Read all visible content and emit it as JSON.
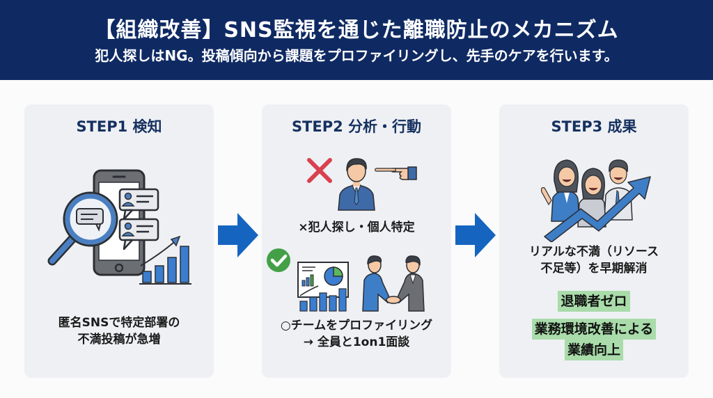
{
  "header": {
    "title": "【組織改善】SNS監視を通じた離職防止のメカニズム",
    "subtitle": "犯人探しはNG。投稿傾向から課題をプロファイリングし、先手のケアを行います。"
  },
  "colors": {
    "header_bg": "#0f2a63",
    "card_bg": "#eef0f4",
    "step_title": "#15305f",
    "arrow": "#1565c0",
    "highlight": "#a9dcaa",
    "ng_cross": "#d9414f",
    "ok_check": "#43a047"
  },
  "steps": [
    {
      "title": "STEP1 検知",
      "illustration": "magnifier-phone-chat-growth-chart",
      "text_lines": [
        "匿名SNSで特定部署の",
        "不満投稿が急増"
      ]
    },
    {
      "title": "STEP2 分析・行動",
      "ng": {
        "icon": "cross-icon",
        "illustration": "pointing-at-person",
        "text": "×犯人探し・個人特定"
      },
      "ok": {
        "icon": "check-icon",
        "illustration": "analytics-dashboard-and-handshake",
        "text_lines": [
          "○チームをプロファイリング",
          "→ 全員と1on1面談"
        ]
      }
    },
    {
      "title": "STEP3 成果",
      "illustration": "happy-team-rising-arrow",
      "text_lines": [
        "リアルな不満（リソース",
        "不足等）を早期解消"
      ],
      "highlights": [
        {
          "lines": [
            "退職者ゼロ"
          ]
        },
        {
          "lines": [
            "業務環境改善による",
            "業績向上"
          ]
        }
      ]
    }
  ],
  "flow_arrows": [
    "arrow-right-icon",
    "arrow-right-icon"
  ]
}
